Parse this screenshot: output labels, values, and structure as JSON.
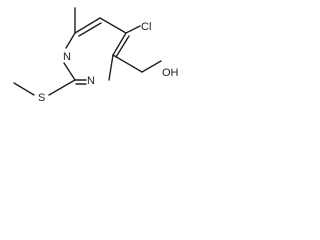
{
  "molecule": {
    "atoms": {
      "n1": "N",
      "n2": "N",
      "cl": "Cl",
      "s": "S",
      "oh": "OH"
    }
  }
}
